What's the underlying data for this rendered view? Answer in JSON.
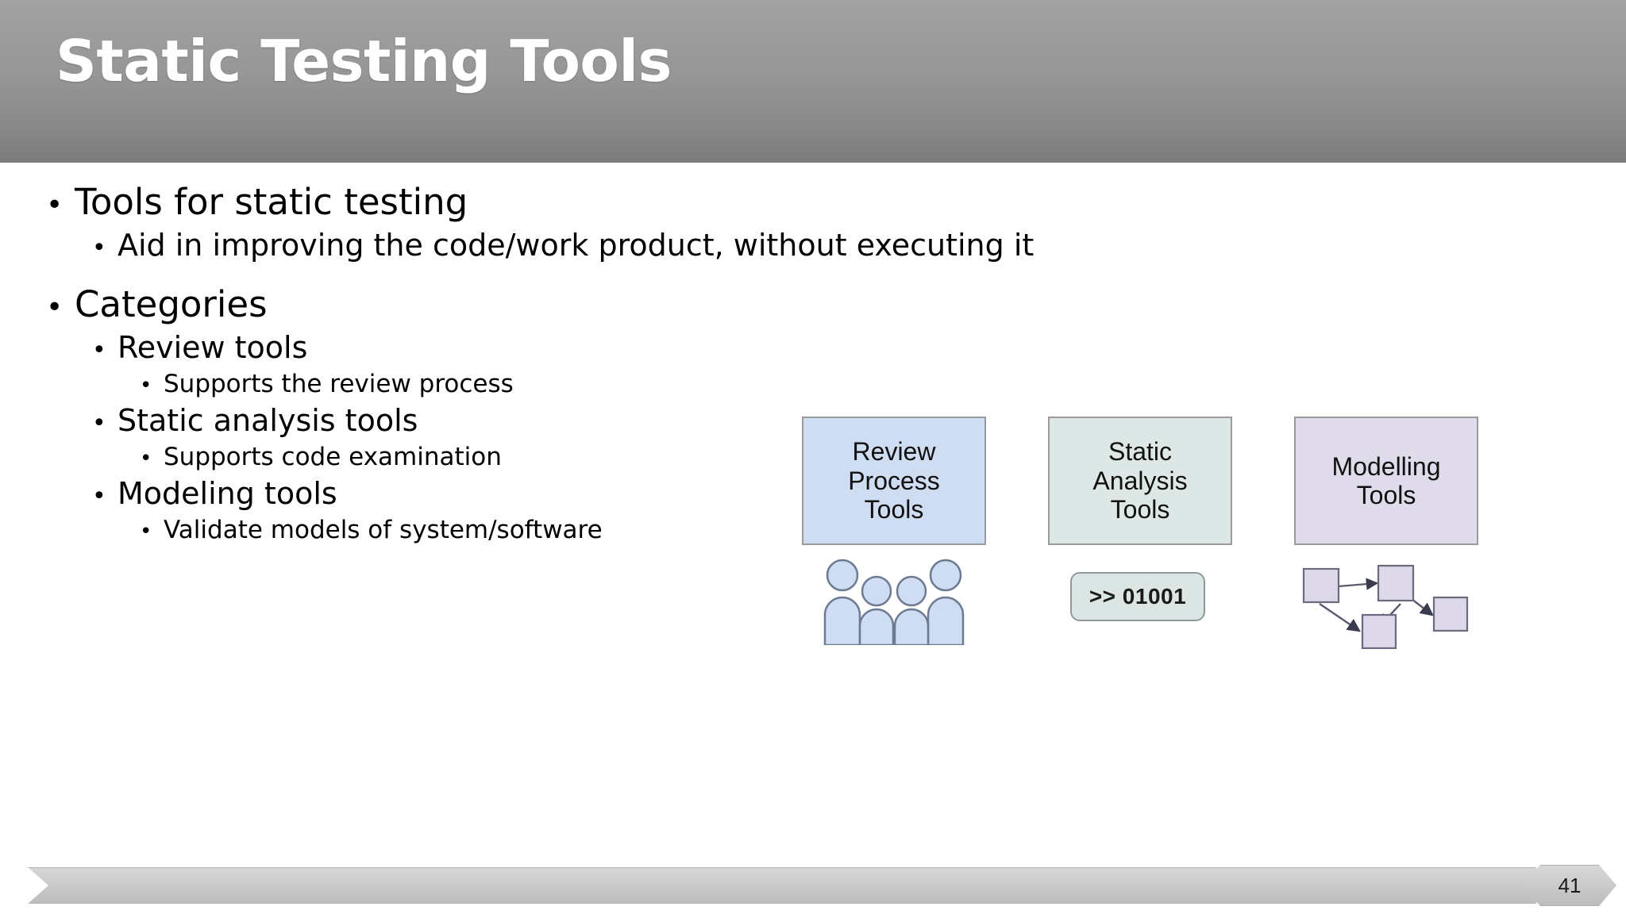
{
  "slide": {
    "title": "Static Testing Tools",
    "page_number": "41"
  },
  "bullets": {
    "l1_a": "Tools for static testing",
    "l2_a": "Aid in improving the code/work product, without executing it",
    "l1_b": "Categories",
    "l2_b": "Review tools",
    "l3_b": "Supports the review process",
    "l2_c": "Static analysis tools",
    "l3_c": "Supports code examination",
    "l2_d": "Modeling tools",
    "l3_d": "Validate models of system/software",
    "marker": "•"
  },
  "diagram": {
    "review": {
      "label": "Review\nProcess\nTools",
      "line1": "Review",
      "line2": "Process",
      "line3": "Tools",
      "fill": "#cfddf2",
      "icon": "people-group-icon"
    },
    "static": {
      "line1": "Static",
      "line2": "Analysis",
      "line3": "Tools",
      "fill": "#dde8e6",
      "code_text": ">> 01001",
      "icon": "binary-code-icon"
    },
    "modelling": {
      "line1": "Modelling",
      "line2": "Tools",
      "fill": "#e0dbea",
      "icon": "node-graph-icon"
    }
  },
  "theme": {
    "banner_top": "#a2a2a2",
    "banner_bottom": "#7b7b7b",
    "title_color": "#ffffff",
    "text_color": "#000000",
    "ribbon_color": "#c9c9c9"
  }
}
